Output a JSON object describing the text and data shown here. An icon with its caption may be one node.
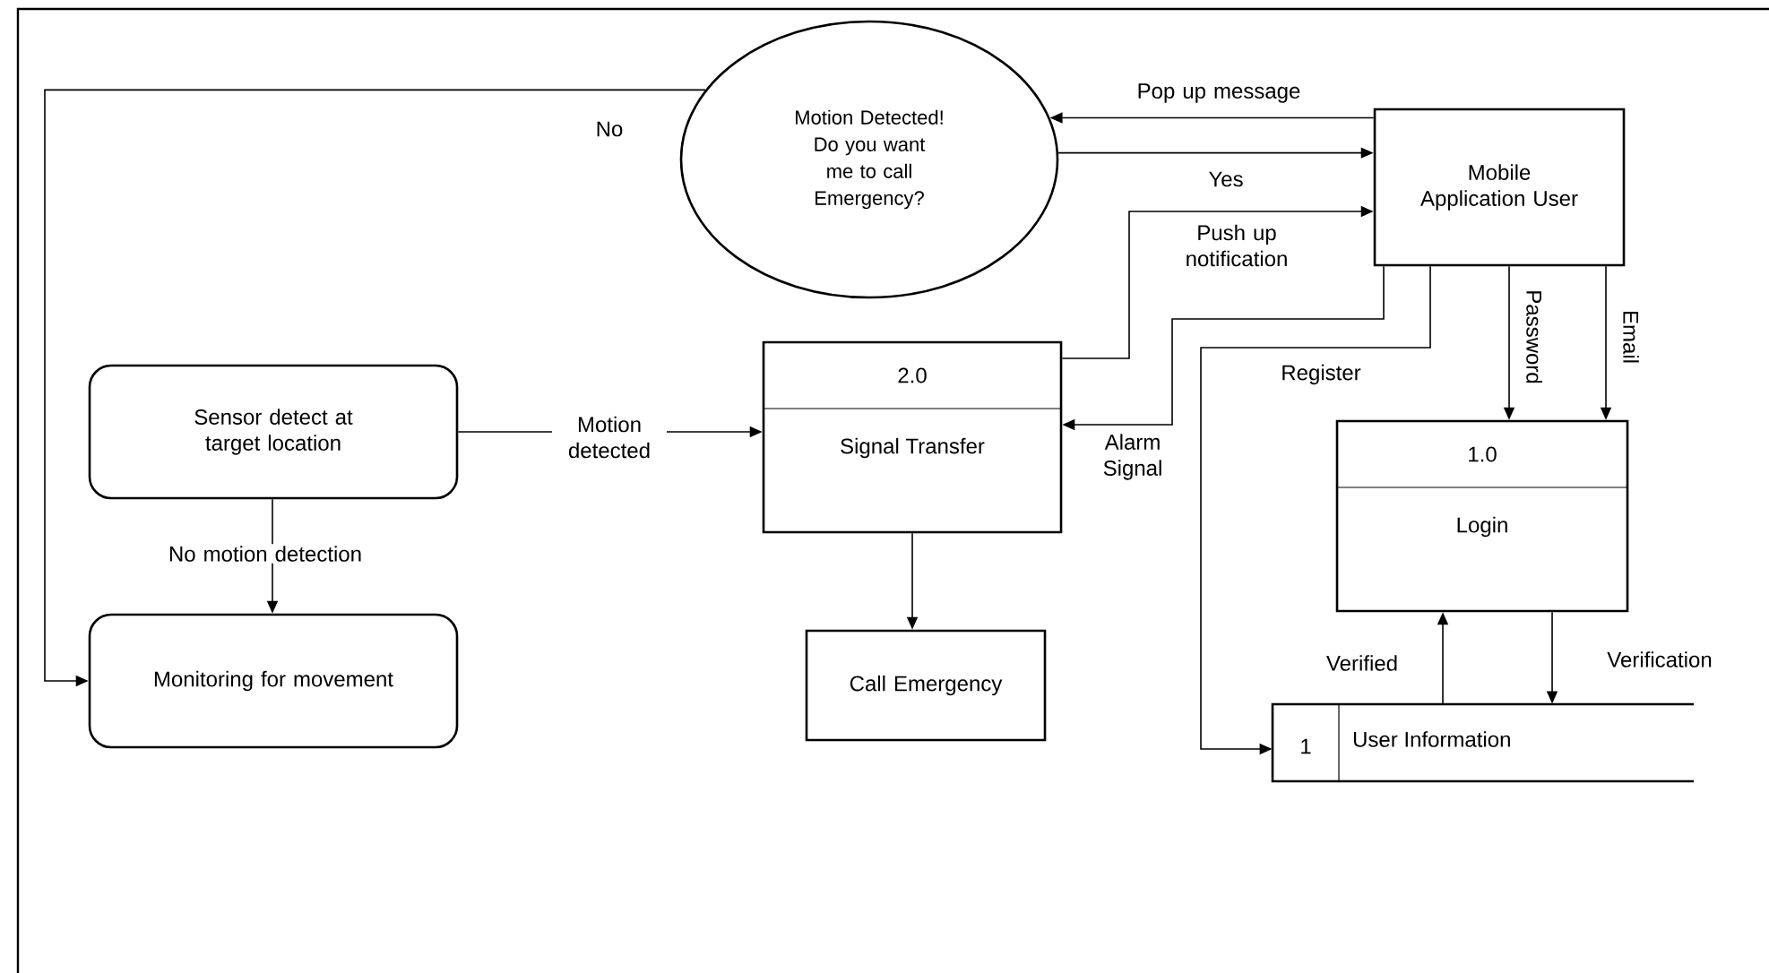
{
  "diagram": {
    "nodes": [
      {
        "text": [
          "Motion Detected! Do you want me to call Emergency?"
        ]
      },
      {
        "text": [
          "Mobile Application User"
        ]
      },
      {
        "text": [
          "Sensor detect at target location"
        ]
      },
      {
        "text": [
          "2.0",
          "Signal Transfer"
        ]
      },
      {
        "text": [
          "1.0",
          "Login"
        ]
      },
      {
        "text": [
          "Monitoring for movement"
        ]
      },
      {
        "text": [
          "Call Emergency"
        ]
      },
      {
        "text": [
          "1",
          "User Information"
        ]
      }
    ],
    "edges": [
      {
        "from": 1,
        "to": 0,
        "arrow": "to",
        "label": "Pop up message"
      },
      {
        "from": 0,
        "to": 1,
        "arrow": "to",
        "label": "Yes"
      },
      {
        "from": 0,
        "to": 5,
        "arrow": "to",
        "label": "No"
      },
      {
        "from": 3,
        "to": 1,
        "arrow": "to",
        "label": "Push up notification"
      },
      {
        "from": 1,
        "to": 3,
        "arrow": "to",
        "label": "Alarm Signal"
      },
      {
        "from": 1,
        "to": 7,
        "arrow": "to",
        "label": "Register"
      },
      {
        "from": 1,
        "to": 4,
        "arrow": "to",
        "label": "Password"
      },
      {
        "from": 1,
        "to": 4,
        "arrow": "to",
        "label": "Email"
      },
      {
        "from": 2,
        "to": 3,
        "arrow": "to",
        "label": "Motion detected"
      },
      {
        "from": 2,
        "to": 5,
        "arrow": "to",
        "label": "No motion detection"
      },
      {
        "from": 3,
        "to": 6,
        "arrow": "to"
      },
      {
        "from": 4,
        "to": 7,
        "arrow": "to",
        "label": "Verification"
      },
      {
        "from": 7,
        "to": 4,
        "arrow": "to",
        "label": "Verified"
      }
    ]
  }
}
